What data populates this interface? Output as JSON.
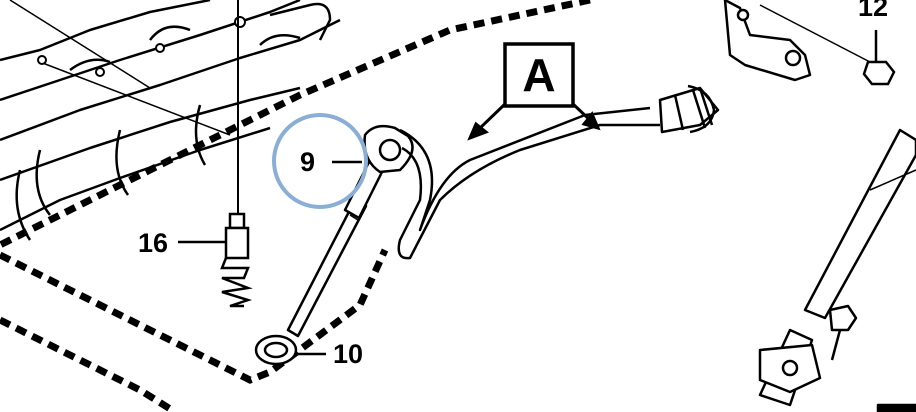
{
  "diagram": {
    "callouts": {
      "part_9": "9",
      "part_10": "10",
      "part_12": "12",
      "part_16": "16"
    },
    "view_label": "A",
    "colors": {
      "line": "#000000",
      "background": "#ffffff",
      "highlight_ring": "#8aaed6"
    }
  }
}
